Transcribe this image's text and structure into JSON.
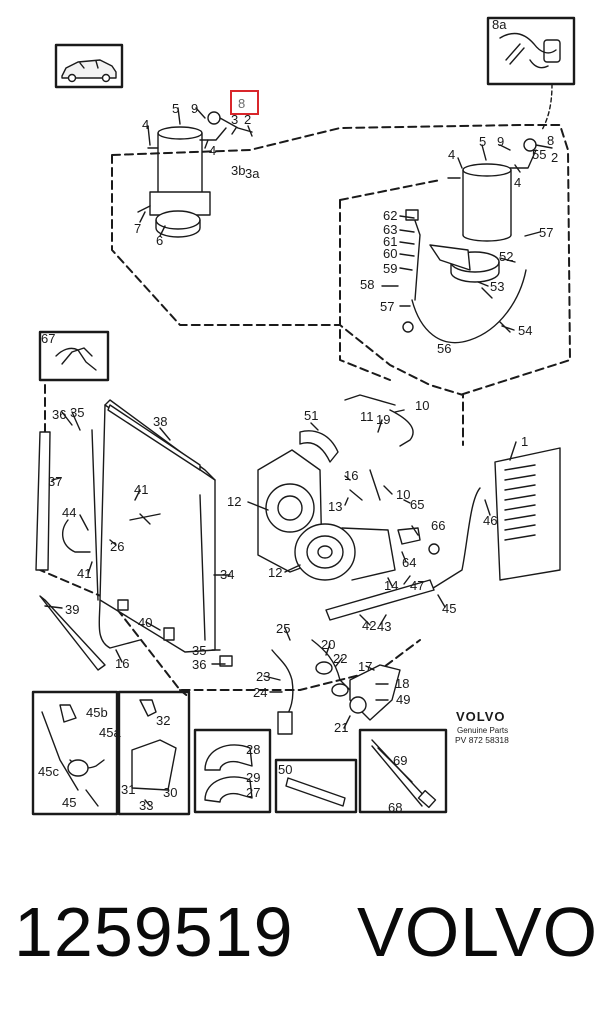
{
  "diagram": {
    "brand_block": {
      "brand": "VOLVO",
      "subtitle": "Genuine Parts",
      "code": "PV  872 58318"
    },
    "highlighted_callout": "8",
    "callouts": [
      {
        "id": "c-8a",
        "text": "8a"
      },
      {
        "id": "c-5-l",
        "text": "5"
      },
      {
        "id": "c-9-l",
        "text": "9"
      },
      {
        "id": "c-8-l",
        "text": "8"
      },
      {
        "id": "c-4-l1",
        "text": "4"
      },
      {
        "id": "c-3-l",
        "text": "3"
      },
      {
        "id": "c-2-l",
        "text": "2"
      },
      {
        "id": "c-4-l2",
        "text": "4"
      },
      {
        "id": "c-3b",
        "text": "3b"
      },
      {
        "id": "c-3a",
        "text": "3a"
      },
      {
        "id": "c-7-l",
        "text": "7"
      },
      {
        "id": "c-6-l",
        "text": "6"
      },
      {
        "id": "c-5-r",
        "text": "5"
      },
      {
        "id": "c-9-r",
        "text": "9"
      },
      {
        "id": "c-8-r",
        "text": "8"
      },
      {
        "id": "c-4-r1",
        "text": "4"
      },
      {
        "id": "c-55",
        "text": "55"
      },
      {
        "id": "c-2-r",
        "text": "2"
      },
      {
        "id": "c-4-r2",
        "text": "4"
      },
      {
        "id": "c-62",
        "text": "62"
      },
      {
        "id": "c-63",
        "text": "63"
      },
      {
        "id": "c-61",
        "text": "61"
      },
      {
        "id": "c-60",
        "text": "60"
      },
      {
        "id": "c-59",
        "text": "59"
      },
      {
        "id": "c-57-a",
        "text": "57"
      },
      {
        "id": "c-52",
        "text": "52"
      },
      {
        "id": "c-58",
        "text": "58"
      },
      {
        "id": "c-53",
        "text": "53"
      },
      {
        "id": "c-57-b",
        "text": "57"
      },
      {
        "id": "c-54",
        "text": "54"
      },
      {
        "id": "c-56",
        "text": "56"
      },
      {
        "id": "c-67",
        "text": "67"
      },
      {
        "id": "c-36-a",
        "text": "36"
      },
      {
        "id": "c-35-a",
        "text": "35"
      },
      {
        "id": "c-38",
        "text": "38"
      },
      {
        "id": "c-51",
        "text": "51"
      },
      {
        "id": "c-11",
        "text": "11"
      },
      {
        "id": "c-19",
        "text": "19"
      },
      {
        "id": "c-10-a",
        "text": "10"
      },
      {
        "id": "c-1",
        "text": "1"
      },
      {
        "id": "c-37",
        "text": "37"
      },
      {
        "id": "c-16-a",
        "text": "16"
      },
      {
        "id": "c-41-a",
        "text": "41"
      },
      {
        "id": "c-12-a",
        "text": "12"
      },
      {
        "id": "c-13",
        "text": "13"
      },
      {
        "id": "c-10-b",
        "text": "10"
      },
      {
        "id": "c-65",
        "text": "65"
      },
      {
        "id": "c-46",
        "text": "46"
      },
      {
        "id": "c-44",
        "text": "44"
      },
      {
        "id": "c-26",
        "text": "26"
      },
      {
        "id": "c-66",
        "text": "66"
      },
      {
        "id": "c-41-b",
        "text": "41"
      },
      {
        "id": "c-12-b",
        "text": "12"
      },
      {
        "id": "c-34",
        "text": "34"
      },
      {
        "id": "c-64",
        "text": "64"
      },
      {
        "id": "c-14",
        "text": "14"
      },
      {
        "id": "c-47",
        "text": "47"
      },
      {
        "id": "c-39",
        "text": "39"
      },
      {
        "id": "c-40",
        "text": "40"
      },
      {
        "id": "c-45-a",
        "text": "45"
      },
      {
        "id": "c-42",
        "text": "42"
      },
      {
        "id": "c-43",
        "text": "43"
      },
      {
        "id": "c-25",
        "text": "25"
      },
      {
        "id": "c-16-b",
        "text": "16"
      },
      {
        "id": "c-35-b",
        "text": "35"
      },
      {
        "id": "c-36-b",
        "text": "36"
      },
      {
        "id": "c-20",
        "text": "20"
      },
      {
        "id": "c-22",
        "text": "22"
      },
      {
        "id": "c-17",
        "text": "17"
      },
      {
        "id": "c-23",
        "text": "23"
      },
      {
        "id": "c-24",
        "text": "24"
      },
      {
        "id": "c-18",
        "text": "18"
      },
      {
        "id": "c-49",
        "text": "49"
      },
      {
        "id": "c-21",
        "text": "21"
      },
      {
        "id": "c-45b",
        "text": "45b"
      },
      {
        "id": "c-45a",
        "text": "45a"
      },
      {
        "id": "c-45c",
        "text": "45c"
      },
      {
        "id": "c-45-b",
        "text": "45"
      },
      {
        "id": "c-32",
        "text": "32"
      },
      {
        "id": "c-31",
        "text": "31"
      },
      {
        "id": "c-30",
        "text": "30"
      },
      {
        "id": "c-33",
        "text": "33"
      },
      {
        "id": "c-28",
        "text": "28"
      },
      {
        "id": "c-29",
        "text": "29"
      },
      {
        "id": "c-27",
        "text": "27"
      },
      {
        "id": "c-50",
        "text": "50"
      },
      {
        "id": "c-69",
        "text": "69"
      },
      {
        "id": "c-68",
        "text": "68"
      }
    ]
  },
  "footer": {
    "part_number": "1259519",
    "brand": "VOLVO"
  },
  "colors": {
    "line": "#1a1a1a",
    "highlight_box": "#d9262b",
    "background": "#ffffff"
  }
}
